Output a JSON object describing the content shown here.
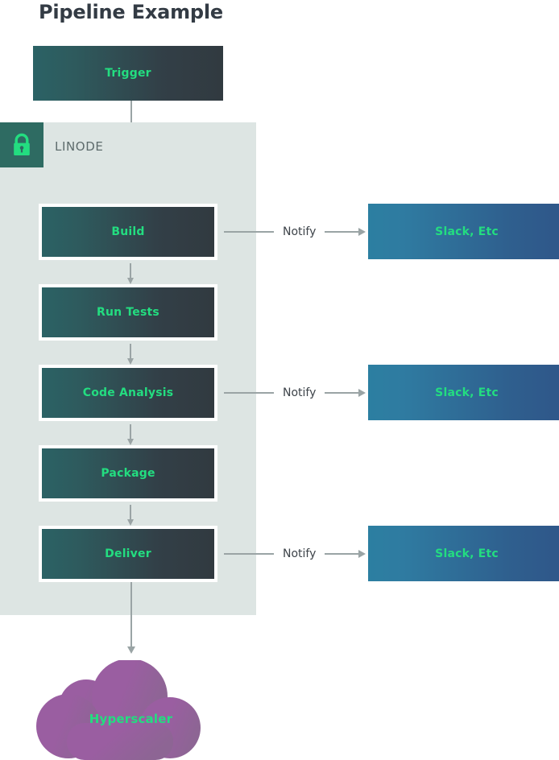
{
  "page": {
    "title": "Pipeline Example",
    "background": "#ffffff"
  },
  "colors": {
    "accent_green": "#23dd80",
    "panel_bg": "#dde5e3",
    "lock_badge_bg": "#2e6b62",
    "stage_gradient_from": "#2b6265",
    "stage_gradient_to": "#313a40",
    "notify_gradient_from": "#2c7fa1",
    "notify_gradient_to": "#2f5689",
    "connector_gray": "#9aa4a5",
    "title_color": "#333b44",
    "label_gray": "#5d6b6c",
    "cloud_from": "#9d5fa0",
    "cloud_to": "#8f6293"
  },
  "trigger": {
    "label": "Trigger"
  },
  "linode_panel": {
    "label": "LINODE",
    "lock_icon": "lock-icon"
  },
  "pipeline": {
    "stages": [
      {
        "label": "Build"
      },
      {
        "label": "Run Tests"
      },
      {
        "label": "Code Analysis"
      },
      {
        "label": "Package"
      },
      {
        "label": "Deliver"
      }
    ]
  },
  "notifications": [
    {
      "from_stage": "Build",
      "connector_label": "Notify",
      "target_label": "Slack, Etc"
    },
    {
      "from_stage": "Code Analysis",
      "connector_label": "Notify",
      "target_label": "Slack, Etc"
    },
    {
      "from_stage": "Deliver",
      "connector_label": "Notify",
      "target_label": "Slack, Etc"
    }
  ],
  "cloud": {
    "label": "Hyperscaler",
    "icon": "cloud-shape"
  }
}
